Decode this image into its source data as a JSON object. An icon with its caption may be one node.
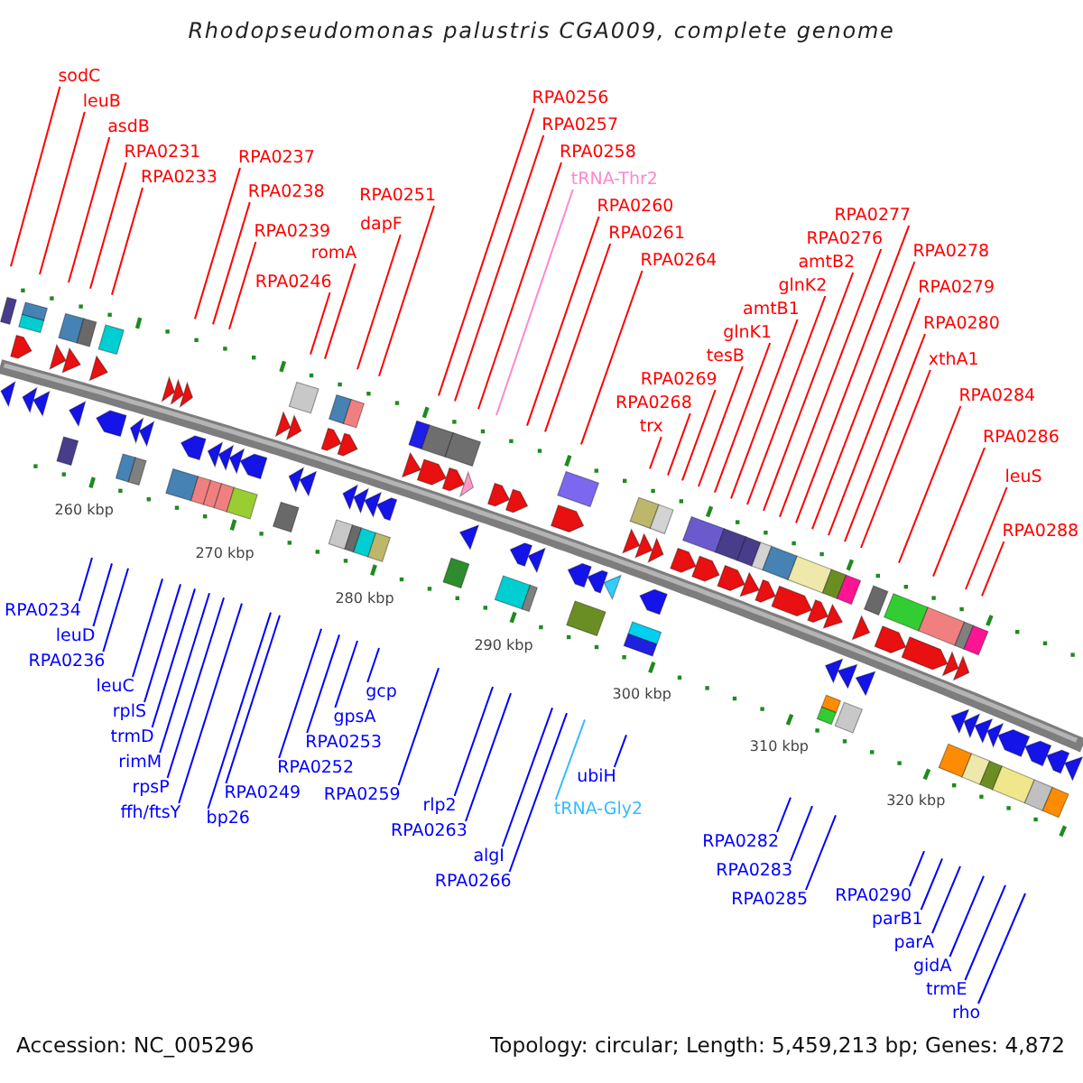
{
  "diagram": {
    "title": "Rhodopseudomonas palustris CGA009, complete genome",
    "nodes": [
      {
        "text": [
          "sodC"
        ]
      },
      {
        "text": [
          "leuB"
        ]
      },
      {
        "text": [
          "asdB"
        ]
      },
      {
        "text": [
          "RPA0231"
        ]
      },
      {
        "text": [
          "RPA0233"
        ]
      },
      {
        "text": [
          "RPA0237"
        ]
      },
      {
        "text": [
          "RPA0238"
        ]
      },
      {
        "text": [
          "RPA0239"
        ]
      },
      {
        "text": [
          "RPA0246"
        ]
      },
      {
        "text": [
          "romA"
        ]
      },
      {
        "text": [
          "dapF"
        ]
      },
      {
        "text": [
          "RPA0251"
        ]
      },
      {
        "text": [
          "RPA0256"
        ]
      },
      {
        "text": [
          "RPA0257"
        ]
      },
      {
        "text": [
          "RPA0258"
        ]
      },
      {
        "text": [
          "tRNA-Thr2"
        ]
      },
      {
        "text": [
          "RPA0260"
        ]
      },
      {
        "text": [
          "RPA0261"
        ]
      },
      {
        "text": [
          "RPA0264"
        ]
      },
      {
        "text": [
          "trx"
        ]
      },
      {
        "text": [
          "RPA0268"
        ]
      },
      {
        "text": [
          "RPA0269"
        ]
      },
      {
        "text": [
          "tesB"
        ]
      },
      {
        "text": [
          "glnK1"
        ]
      },
      {
        "text": [
          "amtB1"
        ]
      },
      {
        "text": [
          "glnK2"
        ]
      },
      {
        "text": [
          "amtB2"
        ]
      },
      {
        "text": [
          "RPA0276"
        ]
      },
      {
        "text": [
          "RPA0277"
        ]
      },
      {
        "text": [
          "RPA0278"
        ]
      },
      {
        "text": [
          "RPA0279"
        ]
      },
      {
        "text": [
          "RPA0280"
        ]
      },
      {
        "text": [
          "xthA1"
        ]
      },
      {
        "text": [
          "RPA0284"
        ]
      },
      {
        "text": [
          "RPA0286"
        ]
      },
      {
        "text": [
          "leuS"
        ]
      },
      {
        "text": [
          "RPA0288"
        ]
      },
      {
        "text": [
          "RPA0234"
        ]
      },
      {
        "text": [
          "leuD"
        ]
      },
      {
        "text": [
          "RPA0236"
        ]
      },
      {
        "text": [
          "leuC"
        ]
      },
      {
        "text": [
          "rplS"
        ]
      },
      {
        "text": [
          "trmD"
        ]
      },
      {
        "text": [
          "rimM"
        ]
      },
      {
        "text": [
          "rpsP"
        ]
      },
      {
        "text": [
          "ffh/ftsY"
        ]
      },
      {
        "text": [
          "bp26"
        ]
      },
      {
        "text": [
          "RPA0249"
        ]
      },
      {
        "text": [
          "RPA0252"
        ]
      },
      {
        "text": [
          "RPA0253"
        ]
      },
      {
        "text": [
          "gpsA"
        ]
      },
      {
        "text": [
          "gcp"
        ]
      },
      {
        "text": [
          "RPA0259"
        ]
      },
      {
        "text": [
          "rlp2"
        ]
      },
      {
        "text": [
          "RPA0263"
        ]
      },
      {
        "text": [
          "algI"
        ]
      },
      {
        "text": [
          "RPA0266"
        ]
      },
      {
        "text": [
          "tRNA-Gly2"
        ]
      },
      {
        "text": [
          "ubiH"
        ]
      },
      {
        "text": [
          "RPA0282"
        ]
      },
      {
        "text": [
          "RPA0283"
        ]
      },
      {
        "text": [
          "RPA0285"
        ]
      },
      {
        "text": [
          "RPA0290"
        ]
      },
      {
        "text": [
          "parB1"
        ]
      },
      {
        "text": [
          "parA"
        ]
      },
      {
        "text": [
          "gidA"
        ]
      },
      {
        "text": [
          "trmE"
        ]
      },
      {
        "text": [
          "rho"
        ]
      }
    ],
    "edges": [
      {
        "from": 0,
        "to": null,
        "arrow": "none"
      },
      {
        "from": 1,
        "to": null,
        "arrow": "none"
      },
      {
        "from": 2,
        "to": null,
        "arrow": "none"
      },
      {
        "from": 3,
        "to": null,
        "arrow": "none"
      },
      {
        "from": 4,
        "to": null,
        "arrow": "none"
      },
      {
        "from": 5,
        "to": null,
        "arrow": "none"
      },
      {
        "from": 6,
        "to": null,
        "arrow": "none"
      },
      {
        "from": 7,
        "to": null,
        "arrow": "none"
      },
      {
        "from": 8,
        "to": null,
        "arrow": "none"
      },
      {
        "from": 9,
        "to": null,
        "arrow": "none"
      },
      {
        "from": 10,
        "to": null,
        "arrow": "none"
      },
      {
        "from": 11,
        "to": null,
        "arrow": "none"
      },
      {
        "from": 12,
        "to": null,
        "arrow": "none"
      },
      {
        "from": 13,
        "to": null,
        "arrow": "none"
      },
      {
        "from": 14,
        "to": null,
        "arrow": "none"
      },
      {
        "from": 15,
        "to": null,
        "arrow": "none",
        "color": "#ff88cc"
      },
      {
        "from": 16,
        "to": null,
        "arrow": "none"
      },
      {
        "from": 17,
        "to": null,
        "arrow": "none"
      },
      {
        "from": 18,
        "to": null,
        "arrow": "none"
      },
      {
        "from": 19,
        "to": null,
        "arrow": "none"
      },
      {
        "from": 20,
        "to": null,
        "arrow": "none"
      },
      {
        "from": 21,
        "to": null,
        "arrow": "none"
      },
      {
        "from": 22,
        "to": null,
        "arrow": "none"
      },
      {
        "from": 23,
        "to": null,
        "arrow": "none"
      },
      {
        "from": 24,
        "to": null,
        "arrow": "none"
      },
      {
        "from": 25,
        "to": null,
        "arrow": "none"
      },
      {
        "from": 26,
        "to": null,
        "arrow": "none"
      },
      {
        "from": 27,
        "to": null,
        "arrow": "none"
      },
      {
        "from": 28,
        "to": null,
        "arrow": "none"
      },
      {
        "from": 29,
        "to": null,
        "arrow": "none"
      },
      {
        "from": 30,
        "to": null,
        "arrow": "none"
      },
      {
        "from": 31,
        "to": null,
        "arrow": "none"
      },
      {
        "from": 32,
        "to": null,
        "arrow": "none"
      },
      {
        "from": 33,
        "to": null,
        "arrow": "none"
      },
      {
        "from": 34,
        "to": null,
        "arrow": "none"
      },
      {
        "from": 35,
        "to": null,
        "arrow": "none"
      },
      {
        "from": 36,
        "to": null,
        "arrow": "none"
      },
      {
        "from": 37,
        "to": null,
        "arrow": "none",
        "color": "#0000ff"
      },
      {
        "from": 38,
        "to": null,
        "arrow": "none",
        "color": "#0000ff"
      },
      {
        "from": 39,
        "to": null,
        "arrow": "none",
        "color": "#0000ff"
      },
      {
        "from": 40,
        "to": null,
        "arrow": "none",
        "color": "#0000ff"
      },
      {
        "from": 41,
        "to": null,
        "arrow": "none",
        "color": "#0000ff"
      },
      {
        "from": 42,
        "to": null,
        "arrow": "none",
        "color": "#0000ff"
      },
      {
        "from": 43,
        "to": null,
        "arrow": "none",
        "color": "#0000ff"
      },
      {
        "from": 44,
        "to": null,
        "arrow": "none",
        "color": "#0000ff"
      },
      {
        "from": 45,
        "to": null,
        "arrow": "none",
        "color": "#0000ff"
      },
      {
        "from": 46,
        "to": null,
        "arrow": "none",
        "color": "#0000ff"
      },
      {
        "from": 47,
        "to": null,
        "arrow": "none",
        "color": "#0000ff"
      },
      {
        "from": 48,
        "to": null,
        "arrow": "none",
        "color": "#0000ff"
      },
      {
        "from": 49,
        "to": null,
        "arrow": "none",
        "color": "#0000ff"
      },
      {
        "from": 50,
        "to": null,
        "arrow": "none",
        "color": "#0000ff"
      },
      {
        "from": 51,
        "to": null,
        "arrow": "none",
        "color": "#0000ff"
      },
      {
        "from": 52,
        "to": null,
        "arrow": "none",
        "color": "#0000ff"
      },
      {
        "from": 53,
        "to": null,
        "arrow": "none",
        "color": "#0000ff"
      },
      {
        "from": 54,
        "to": null,
        "arrow": "none",
        "color": "#0000ff"
      },
      {
        "from": 55,
        "to": null,
        "arrow": "none",
        "color": "#0000ff"
      },
      {
        "from": 56,
        "to": null,
        "arrow": "none",
        "color": "#0000ff"
      },
      {
        "from": 57,
        "to": null,
        "arrow": "none",
        "color": "#33bbff"
      },
      {
        "from": 58,
        "to": null,
        "arrow": "none",
        "color": "#0000ff"
      },
      {
        "from": 59,
        "to": null,
        "arrow": "none",
        "color": "#0000ff"
      },
      {
        "from": 60,
        "to": null,
        "arrow": "none",
        "color": "#0000ff"
      },
      {
        "from": 61,
        "to": null,
        "arrow": "none",
        "color": "#0000ff"
      },
      {
        "from": 62,
        "to": null,
        "arrow": "none",
        "color": "#0000ff"
      },
      {
        "from": 63,
        "to": null,
        "arrow": "none",
        "color": "#0000ff"
      },
      {
        "from": 64,
        "to": null,
        "arrow": "none",
        "color": "#0000ff"
      },
      {
        "from": 65,
        "to": null,
        "arrow": "none",
        "color": "#0000ff"
      },
      {
        "from": 66,
        "to": null,
        "arrow": "none",
        "color": "#0000ff"
      },
      {
        "from": 67,
        "to": null,
        "arrow": "none",
        "color": "#0000ff"
      }
    ],
    "labels": [
      "260 kbp",
      "270 kbp",
      "280 kbp",
      "290 kbp",
      "300 kbp",
      "310 kbp",
      "320 kbp",
      "Accession: NC_005296",
      "Topology: circular; Length: 5,459,213 bp; Genes: 4,872"
    ]
  }
}
